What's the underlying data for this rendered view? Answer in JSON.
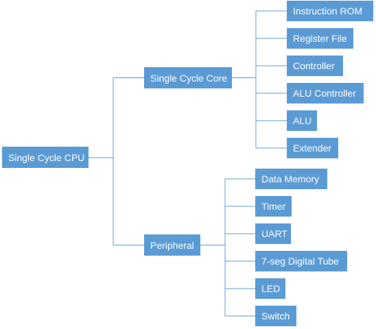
{
  "colors": {
    "node_fill": "#5b9bd5",
    "node_text": "#ffffff",
    "line": "#5b9bd5"
  },
  "tree": {
    "root": {
      "label": "Single Cycle CPU"
    },
    "branches": [
      {
        "label": "Single Cycle Core",
        "children": [
          "Instruction ROM",
          "Register File",
          "Controller",
          "ALU Controller",
          "ALU",
          "Extender"
        ]
      },
      {
        "label": "Peripheral",
        "children": [
          "Data Memory",
          "Timer",
          "UART",
          "7-seg Digital Tube",
          "LED",
          "Switch"
        ]
      }
    ]
  }
}
